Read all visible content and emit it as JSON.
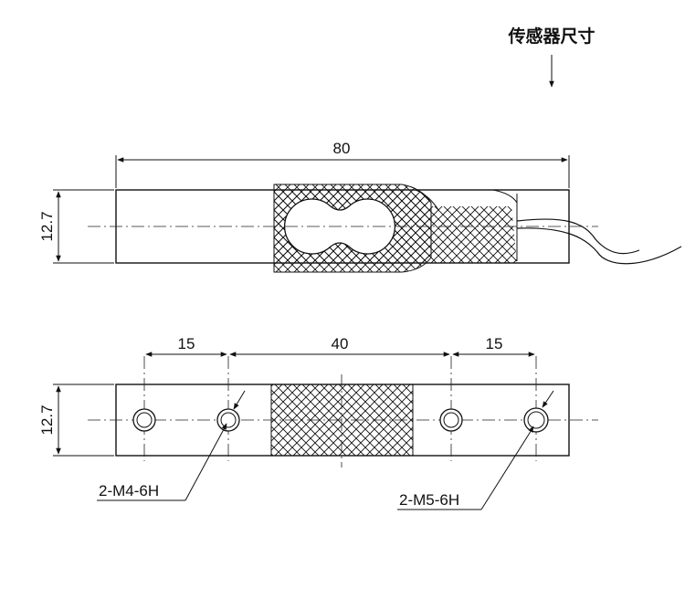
{
  "title": "传感器尺寸",
  "dims": {
    "top_length": "80",
    "top_height": "12.7",
    "bottom_height": "12.7",
    "left_spacing": "15",
    "center_spacing": "40",
    "right_spacing": "15"
  },
  "callouts": {
    "left_holes": "2-M4-6H",
    "right_holes": "2-M5-6H"
  }
}
